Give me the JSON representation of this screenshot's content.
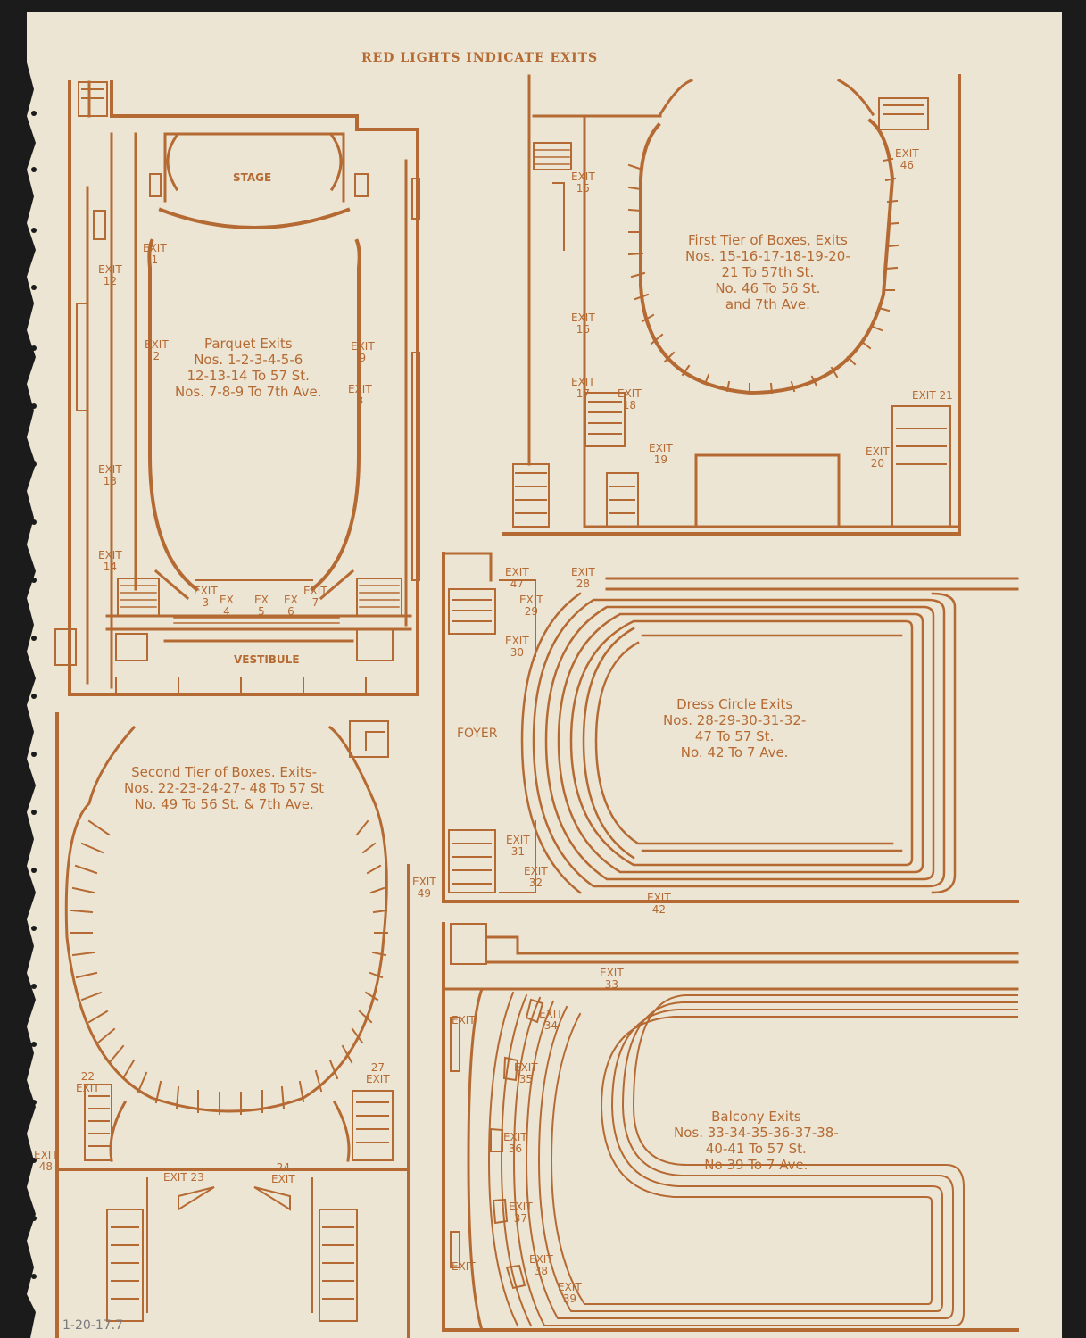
{
  "page": {
    "heading": "RED LIGHTS INDICATE EXITS",
    "pencil_note": "1-20-17.7"
  },
  "colors": {
    "ink": "#b56a33",
    "paper": "#ece5d3",
    "background": "#1b1b1b",
    "pencil": "#7a7a80"
  },
  "parquet": {
    "stage": "STAGE",
    "vestibule": "VESTIBULE",
    "caption": "Parquet Exits\nNos. 1-2-3-4-5-6\n12-13-14 To 57 St.\nNos. 7-8-9 To 7th Ave.",
    "exits": {
      "e1": "EXIT\n1",
      "e2": "EXIT\n2",
      "e3": "EXIT\n3",
      "e4": "EX\n4",
      "e5": "EX\n5",
      "e6": "EX\n6",
      "e7": "EXIT\n7",
      "e8": "EXIT\n8",
      "e9": "EXIT\n9",
      "e12": "EXIT\n12",
      "e13": "EXIT\n13",
      "e14": "EXIT\n14"
    }
  },
  "first_tier": {
    "caption": "First Tier of Boxes, Exits\nNos. 15-16-17-18-19-20-\n21 To 57th St.\nNo. 46 To 56 St.\nand 7th Ave.",
    "exits": {
      "e15": "EXIT\n15",
      "e16": "EXIT\n16",
      "e17": "EXIT\n17",
      "e18": "EXIT\n18",
      "e19": "EXIT\n19",
      "e20": "EXIT\n20",
      "e21": "EXIT 21",
      "e46": "EXIT\n46"
    }
  },
  "dress_circle": {
    "foyer": "FOYER",
    "caption": "Dress Circle Exits\nNos. 28-29-30-31-32-\n47 To 57 St.\nNo. 42 To 7 Ave.",
    "exits": {
      "e47": "EXIT\n47",
      "e28": "EXIT\n28",
      "e29": "EXIT\n29",
      "e30": "EXIT\n30",
      "e31": "EXIT\n31",
      "e32": "EXIT\n32",
      "e42": "EXIT\n42"
    }
  },
  "second_tier": {
    "caption": "Second Tier of Boxes. Exits-\nNos. 22-23-24-27- 48 To 57 St\nNo. 49 To 56 St. & 7th Ave.",
    "exits": {
      "e22": "22\nEXIT",
      "e23": "EXIT 23",
      "e24": "24\nEXIT",
      "e27": "27\nEXIT",
      "e48": "EXIT\n48",
      "e49": "EXIT\n49"
    }
  },
  "balcony": {
    "caption": "Balcony Exits\nNos. 33-34-35-36-37-38-\n40-41 To 57 St.\nNo 39 To 7 Ave.",
    "exits": {
      "e33": "EXIT\n33",
      "e34": "EXIT\n34",
      "e35": "EXIT\n35",
      "e36": "EXIT\n36",
      "e37": "EXIT\n37",
      "e38": "EXIT\n38",
      "e39": "EXIT\n39",
      "e40": "EXIT",
      "e41": "EXIT"
    }
  }
}
